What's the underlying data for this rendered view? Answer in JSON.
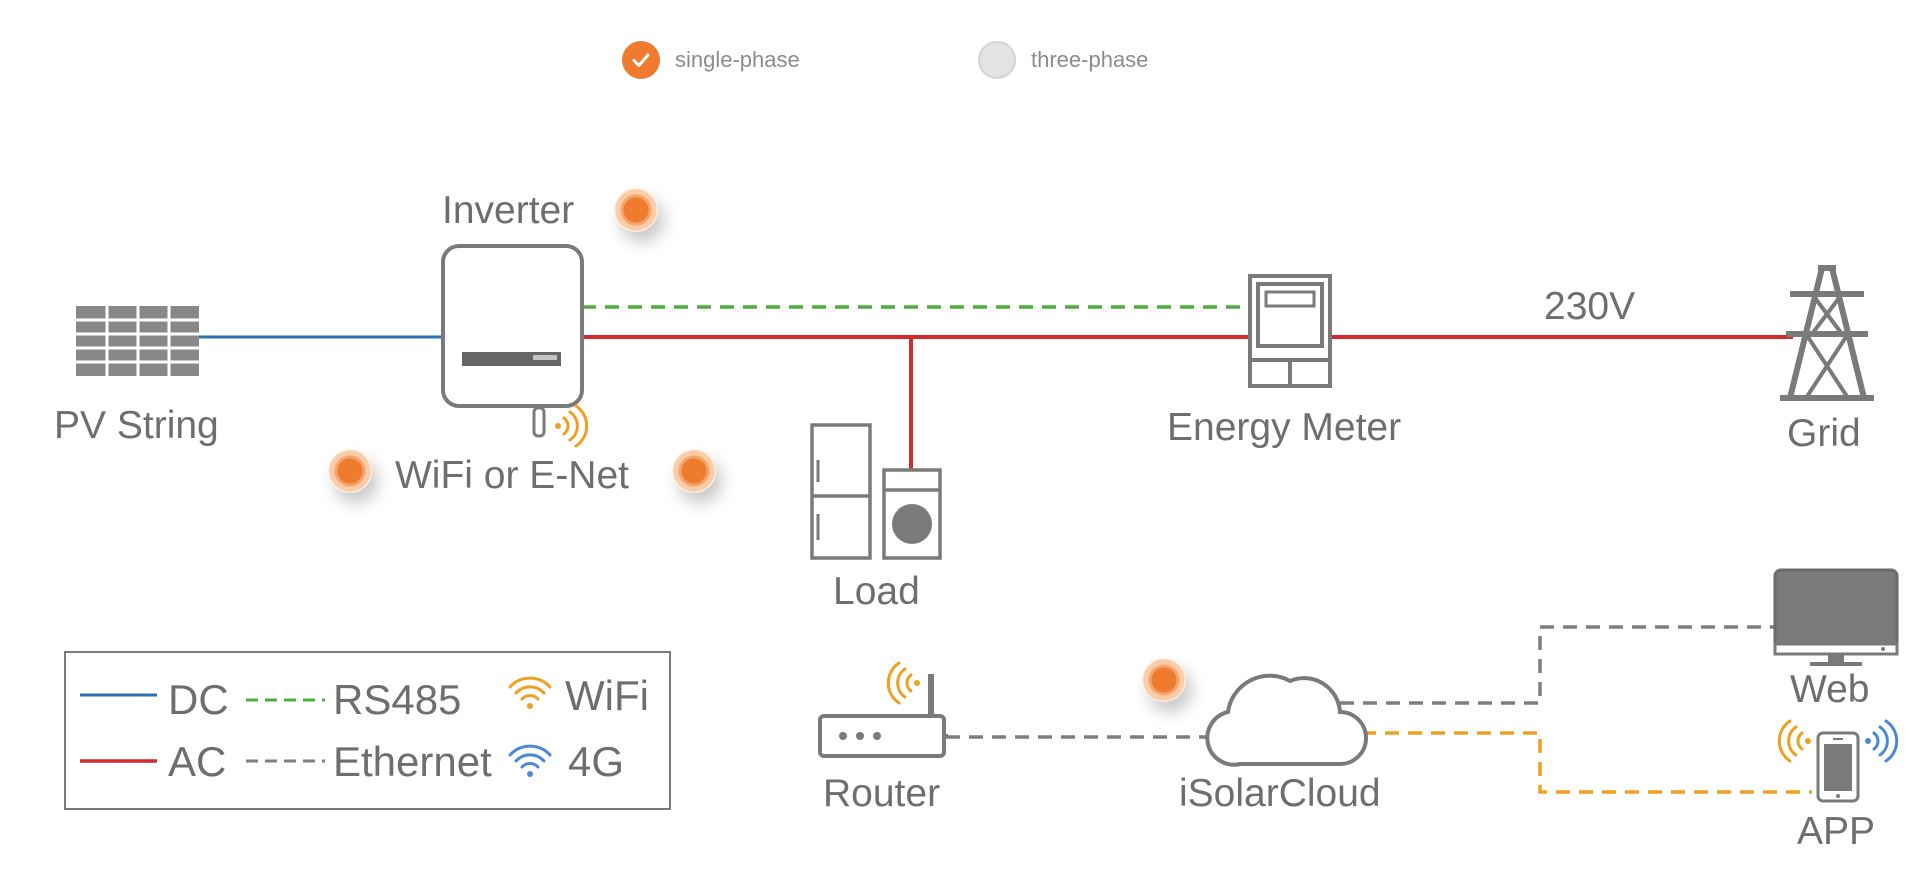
{
  "phase_selector": {
    "options": [
      {
        "label": "single-phase",
        "selected": true
      },
      {
        "label": "three-phase",
        "selected": false
      }
    ]
  },
  "nodes": {
    "pv_string": "PV String",
    "inverter": "Inverter",
    "wifi_enet": "WiFi or E-Net",
    "load": "Load",
    "energy_meter": "Energy Meter",
    "grid": "Grid",
    "router": "Router",
    "isolarcloud": "iSolarCloud",
    "web": "Web",
    "app": "APP"
  },
  "voltage_label": "230V",
  "legend": {
    "dc": "DC",
    "ac": "AC",
    "rs485": "RS485",
    "ethernet": "Ethernet",
    "wifi": "WiFi",
    "four_g": "4G"
  },
  "colors": {
    "dc": "#2e6fad",
    "ac": "#d42a2a",
    "rs485": "#4caf3c",
    "ethernet": "#7f7f7f",
    "wifi": "#f0a020",
    "four_g": "#4a8ad4",
    "accent": "#ee7b2e",
    "device": "#7a7a7a"
  }
}
